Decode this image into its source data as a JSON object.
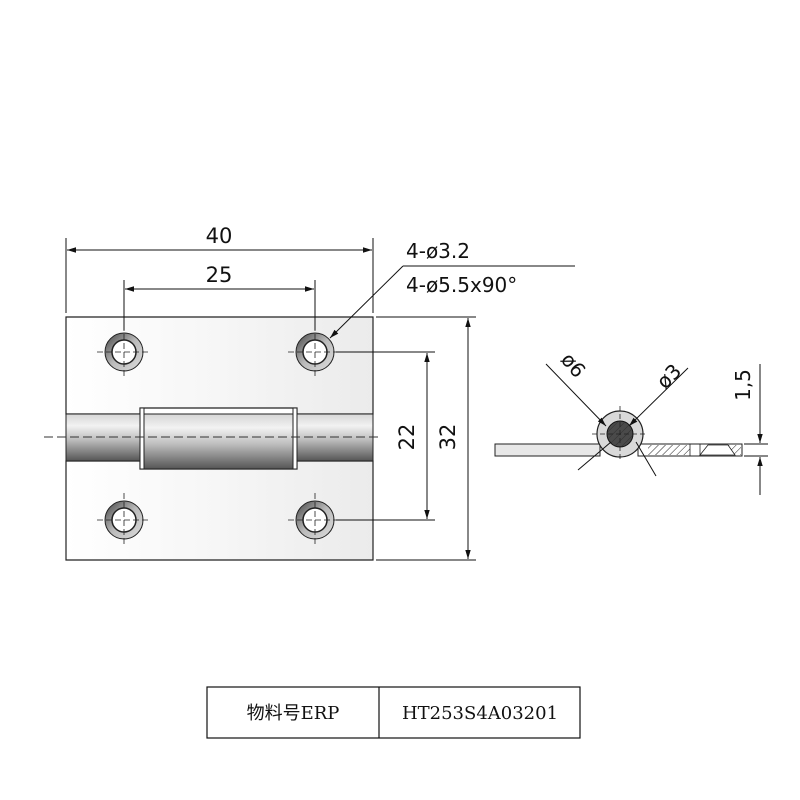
{
  "front_view": {
    "dim_width_total": "40",
    "dim_hole_spacing_x": "25",
    "dim_hole_spacing_y": "22",
    "dim_height_total": "32",
    "hole_callout_line1": "4-ø3.2",
    "hole_callout_line2": "4-ø5.5x90°"
  },
  "side_view": {
    "dim_outer_diameter": "ø6",
    "dim_pin_diameter": "ø3",
    "dim_thickness": "1,5"
  },
  "title_block": {
    "label": "物料号ERP",
    "value": "HT253S4A03201"
  }
}
